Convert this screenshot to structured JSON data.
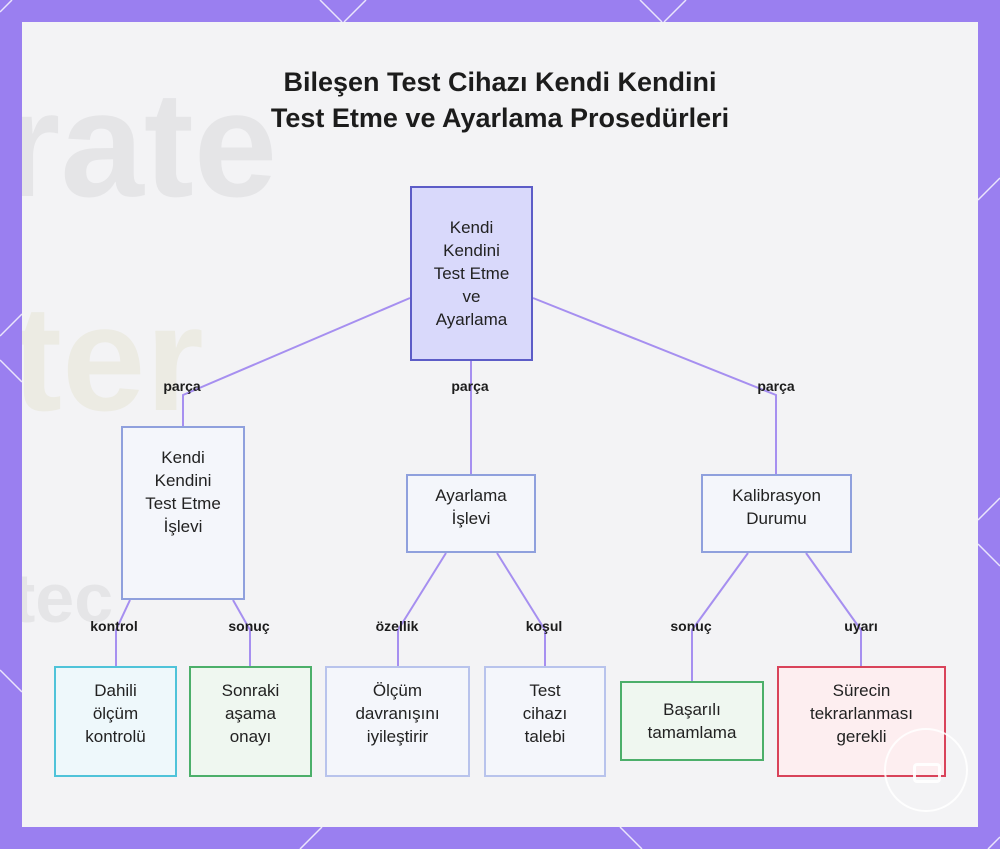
{
  "title": {
    "line1": "Bileşen Test Cihazı Kendi Kendini",
    "line2": "Test Etme ve Ayarlama Prosedürleri"
  },
  "background_watermark": {
    "word1": "rate",
    "word2": "ter",
    "word3": "tec"
  },
  "nodes": {
    "root": [
      "Kendi",
      "Kendini",
      "Test Etme",
      "ve",
      "Ayarlama"
    ],
    "self_test": [
      "Kendi",
      "Kendini",
      "Test Etme",
      "İşlevi"
    ],
    "adjust": [
      "Ayarlama",
      "İşlevi"
    ],
    "calibration": [
      "Kalibrasyon",
      "Durumu"
    ],
    "internal_check": [
      "Dahili",
      "ölçüm",
      "kontrolü"
    ],
    "next_stage": [
      "Sonraki",
      "aşama",
      "onayı"
    ],
    "improves": [
      "Ölçüm",
      "davranışını",
      "iyileştirir"
    ],
    "request": [
      "Test",
      "cihazı",
      "talebi"
    ],
    "success": [
      "Başarılı",
      "tamamlama"
    ],
    "repeat": [
      "Sürecin",
      "tekrarlanması",
      "gerekli"
    ]
  },
  "edge_labels": {
    "root_self_test": "parça",
    "root_adjust": "parça",
    "root_calibration": "parça",
    "self_test_internal": "kontrol",
    "self_test_next": "sonuç",
    "adjust_improves": "özellik",
    "adjust_request": "koşul",
    "calibration_success": "sonuç",
    "calibration_repeat": "uyarı"
  },
  "colors": {
    "frame": "#9a7ff0",
    "edge": "#a68ff0",
    "root_fill": "#d9d9fb",
    "root_border": "#5c5cc7",
    "blue_border": "#7b8fd8",
    "cyan_border": "#4fc3d9",
    "green_border": "#4caf6a",
    "red_border": "#d9435a"
  }
}
